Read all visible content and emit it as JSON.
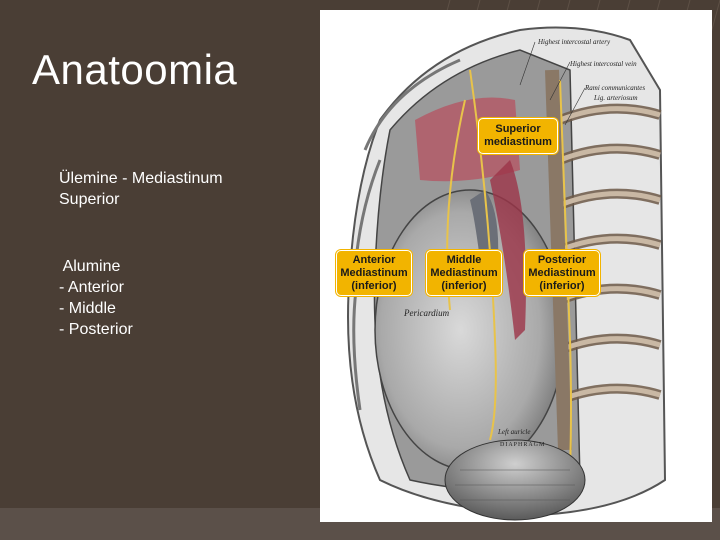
{
  "slide": {
    "title": "Anatoomia",
    "block1": [
      "Ülemine - Mediastinum",
      "Superior"
    ],
    "block2": [
      " Alumine",
      "- Anterior",
      "- Middle",
      "- Posterior"
    ]
  },
  "figure": {
    "boxes": {
      "superior": [
        "Superior",
        "mediastinum"
      ],
      "anterior": [
        "Anterior",
        "Mediastinum",
        "(inferior)"
      ],
      "middle": [
        "Middle",
        "Mediastinum",
        "(inferior)"
      ],
      "posterior": [
        "Posterior",
        "Mediastinum",
        "(inferior)"
      ]
    },
    "annotations": {
      "highest_intercostal_artery": "Highest intercostal artery",
      "highest_intercostal_vein": "Highest intercostal vein",
      "rami_communicantes": "Rami communicantes",
      "lig_arteriosum": "Lig. arteriosum",
      "pericardium": "Pericardium",
      "left_auricle": "Left auricle",
      "diaphragm": "DIAPHRAGM"
    },
    "colors": {
      "label_box": "#f2b400",
      "nerve": "#e8c34a",
      "background": "#4a3e35"
    }
  }
}
